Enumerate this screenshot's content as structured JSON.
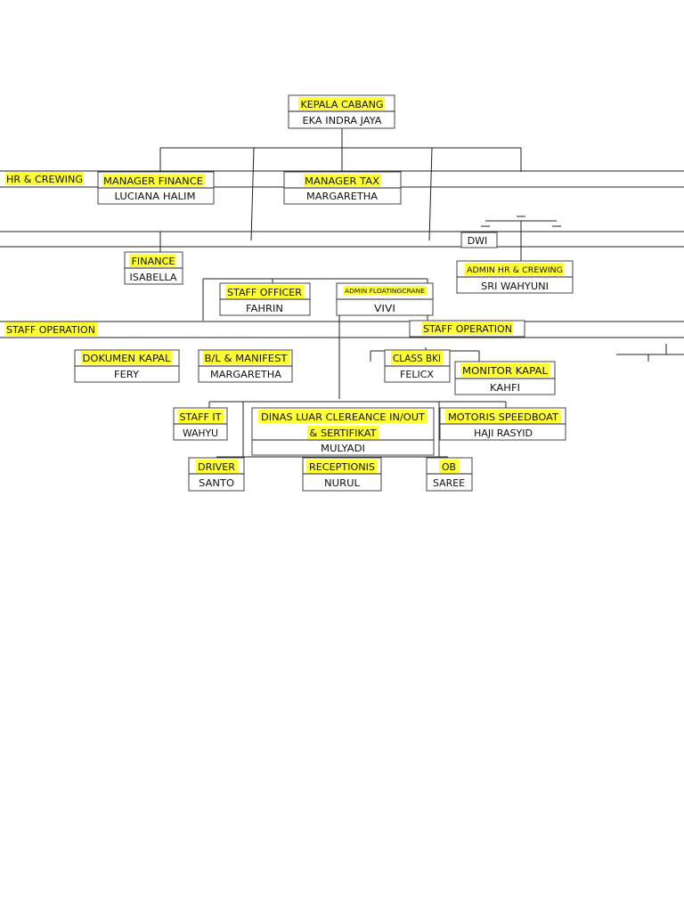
{
  "colors": {
    "highlight": "#ffff33",
    "line": "#222222",
    "box_border": "#444444",
    "text": "#111111"
  },
  "nodes": {
    "kepala_cabang": {
      "title": "KEPALA CABANG",
      "name": "EKA INDRA JAYA"
    },
    "hr_crewing": {
      "title": "HR & CREWING"
    },
    "manager_finance": {
      "title": "MANAGER FINANCE",
      "name": "LUCIANA HALIM"
    },
    "manager_tax": {
      "title": "MANAGER TAX",
      "name": "MARGARETHA"
    },
    "dwi": {
      "name": "DWI"
    },
    "finance": {
      "title": "FINANCE",
      "name": "ISABELLA"
    },
    "admin_hr_crewing": {
      "title": "ADMIN HR & CREWING",
      "name": "SRI WAHYUNI"
    },
    "staff_officer": {
      "title": "STAFF OFFICER",
      "name": "FAHRIN"
    },
    "admin_floatingcrane": {
      "title": "ADMIN FLOATINGCRANE",
      "name": "VIVI"
    },
    "staff_operation_left": {
      "title": "STAFF OPERATION"
    },
    "staff_operation_right": {
      "title": "STAFF OPERATION"
    },
    "dokumen_kapal": {
      "title": "DOKUMEN KAPAL",
      "name": "FERY"
    },
    "bl_manifest": {
      "title": "B/L & MANIFEST",
      "name": "MARGARETHA"
    },
    "class_bki": {
      "title": "CLASS BKI",
      "name": "FELICX"
    },
    "monitor_kapal": {
      "title": "MONITOR KAPAL",
      "name": "KAHFI"
    },
    "staff_it": {
      "title": "STAFF IT",
      "name": "WAHYU"
    },
    "dinas_luar": {
      "title_line1": "DINAS LUAR CLEREANCE IN/OUT",
      "title_line2": "& SERTIFIKAT",
      "name": "MULYADI"
    },
    "motoris_speedboat": {
      "title": "MOTORIS SPEEDBOAT",
      "name": "HAJI RASYID"
    },
    "driver": {
      "title": "DRIVER",
      "name": "SANTO"
    },
    "receptionis": {
      "title": "RECEPTIONIS",
      "name": "NURUL"
    },
    "ob": {
      "title": "OB",
      "name": "SAREE"
    }
  }
}
